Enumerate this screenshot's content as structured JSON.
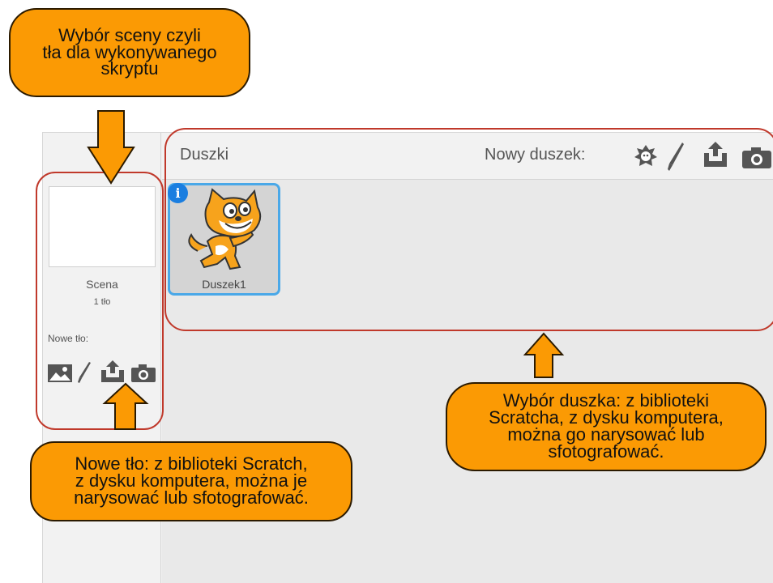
{
  "stage_panel": {
    "name": "Scena",
    "count": "1 tło",
    "new_backdrop_label": "Nowe tło:",
    "icons": [
      "image-library-icon",
      "paintbrush-icon",
      "upload-icon",
      "camera-icon"
    ]
  },
  "sprites_panel": {
    "title": "Duszki",
    "new_sprite_label": "Nowy duszek:",
    "icons": [
      "sprite-library-icon",
      "paintbrush-icon",
      "upload-icon",
      "camera-icon"
    ],
    "sprites": [
      {
        "name": "Duszek1",
        "selected": true
      }
    ]
  },
  "annotations": {
    "top": "Wybór sceny czyli\ntła dla wykonywanego\nskryptu",
    "left": "Nowe tło:  z biblioteki Scratch,\nz dysku komputera,  można  je\nnarysować lub sfotografować.",
    "right": "Wybór duszka:  z biblioteki\nScratcha, z dysku komputera,\nmożna  go narysować lub\nsfotografować."
  },
  "colors": {
    "callout_fill": "#fb9a04",
    "callout_border": "#2b1a00",
    "highlight_ring": "#c0392b",
    "selected_border": "#4aa8e8",
    "info_badge": "#1a7ee0"
  }
}
